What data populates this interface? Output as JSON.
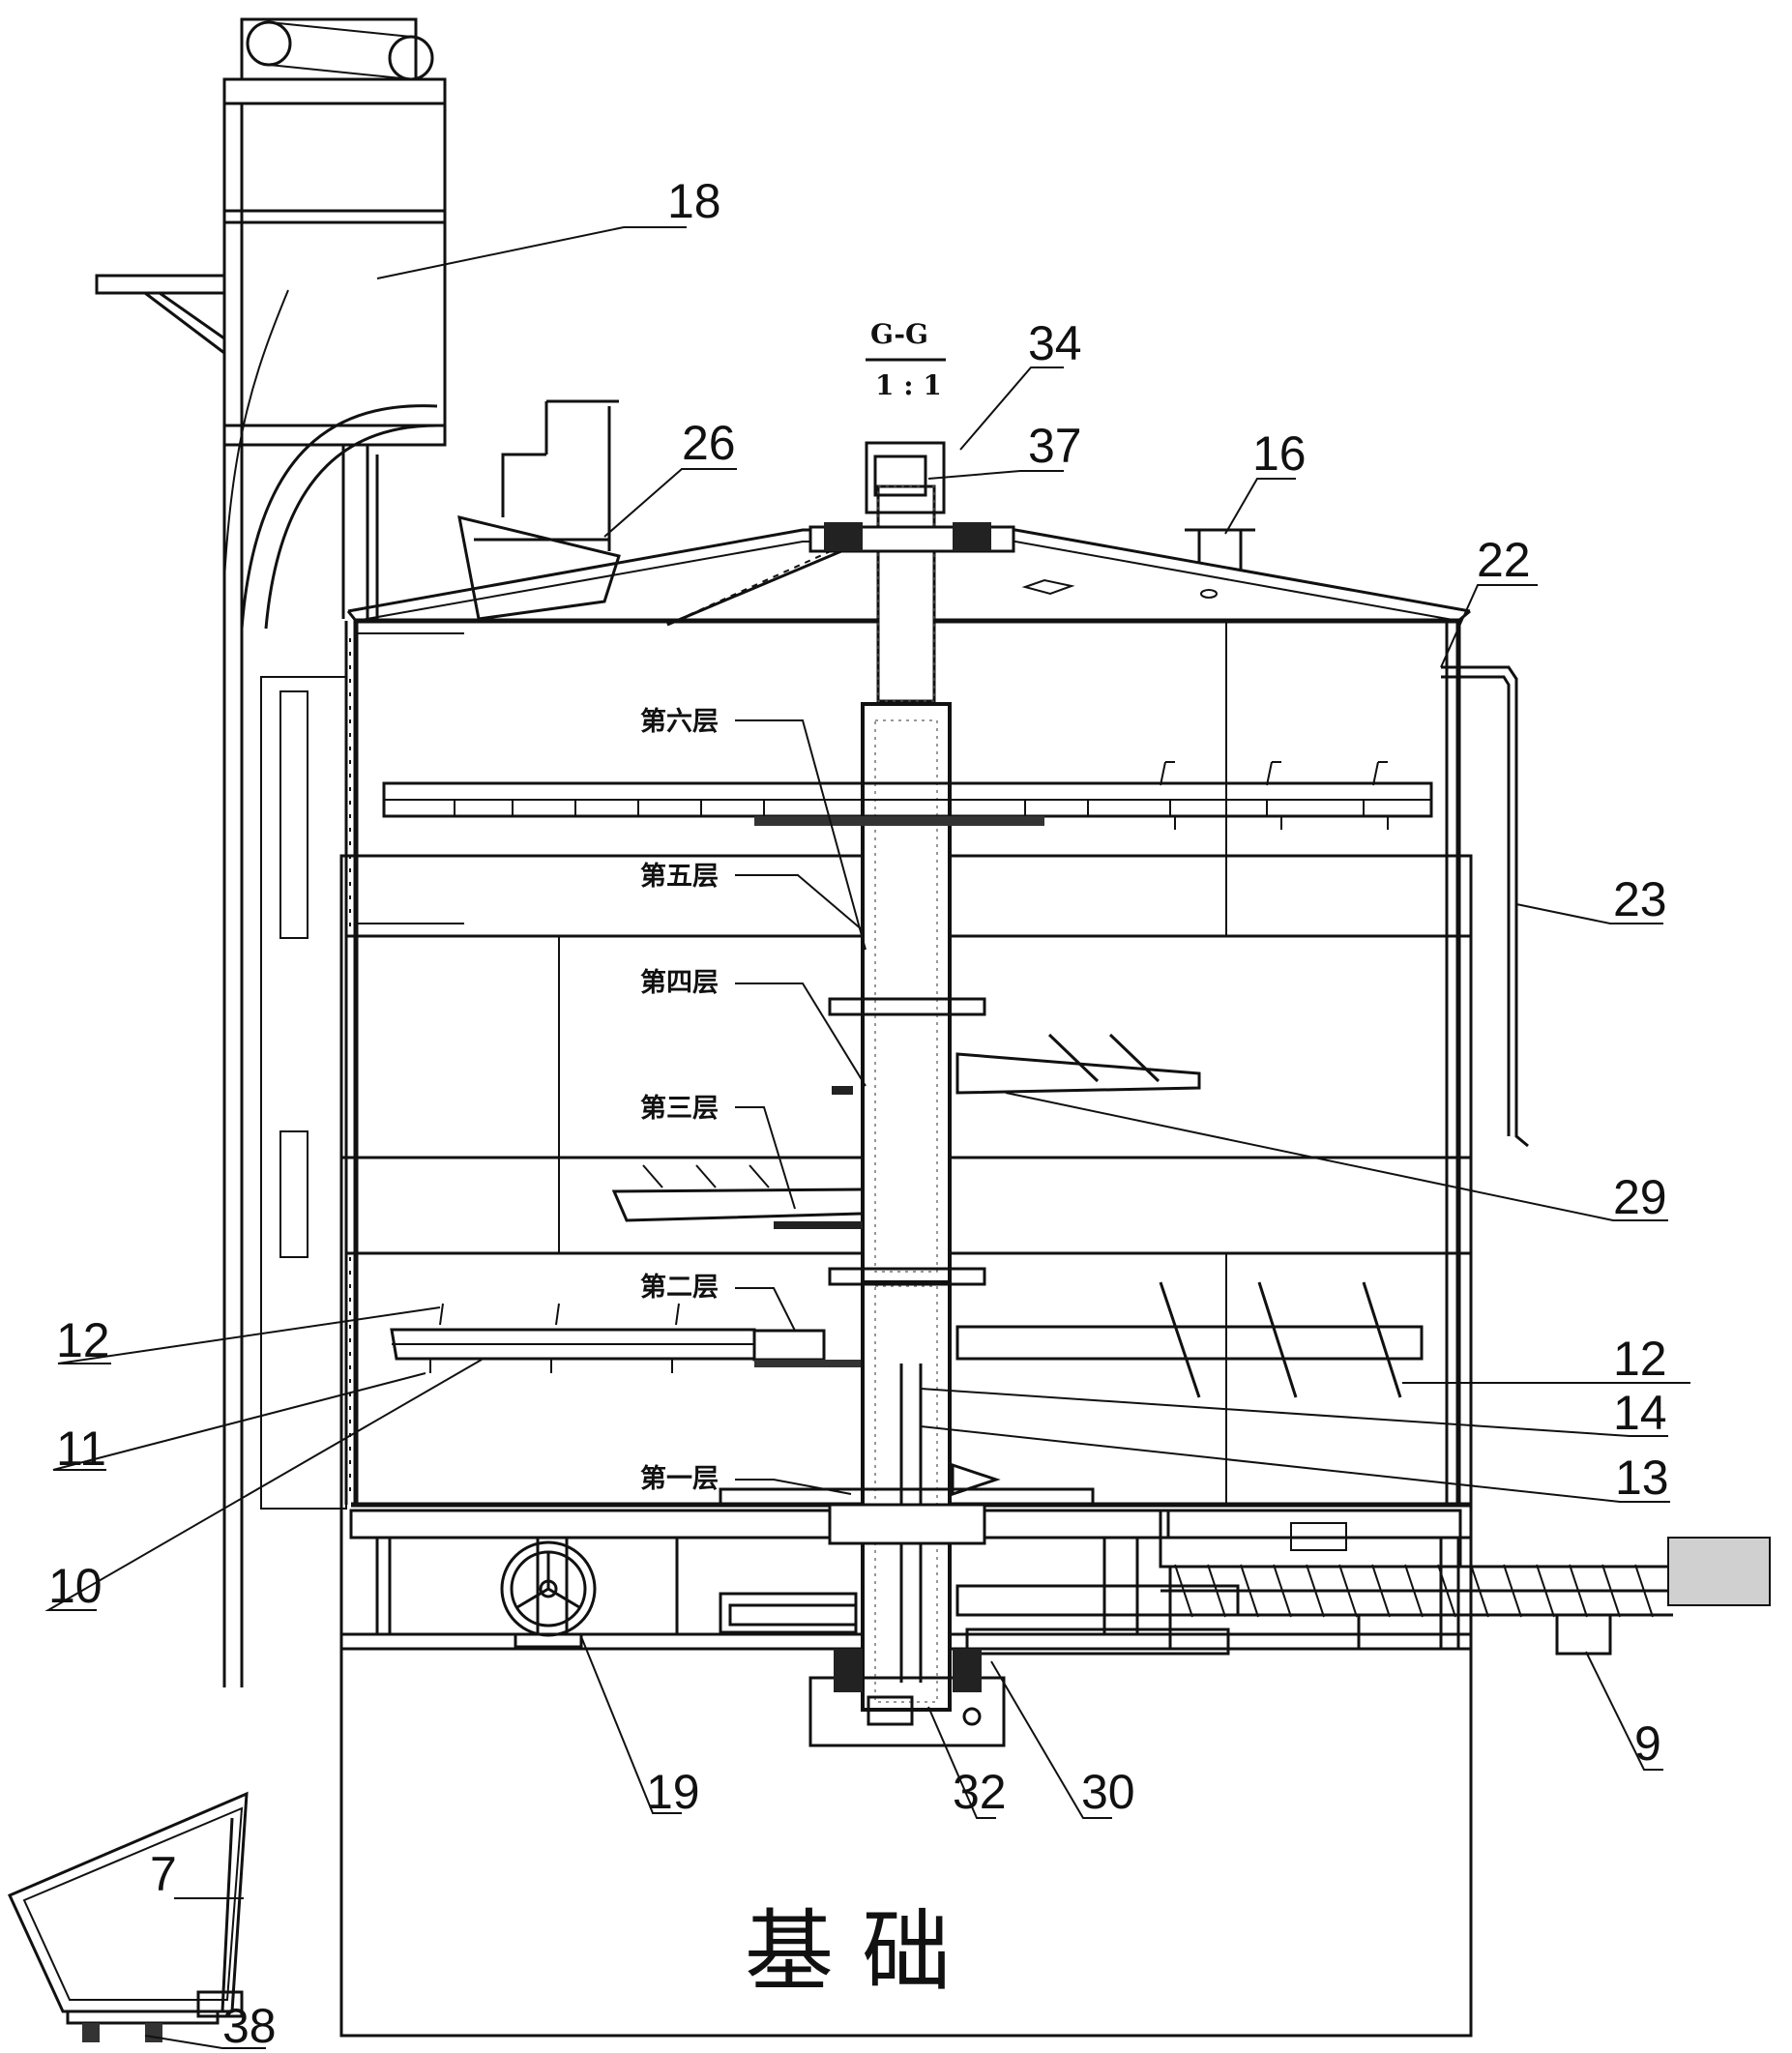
{
  "section": {
    "name": "G-G",
    "scale": "1 : 1"
  },
  "foundation_label": "基 础",
  "layer_labels": {
    "l6": "第六层",
    "l5": "第五层",
    "l4": "第四层",
    "l3": "第三层",
    "l2": "第二层",
    "l1": "第一层"
  },
  "part_numbers": {
    "p18": "18",
    "p34": "34",
    "p37": "37",
    "p26": "26",
    "p16": "16",
    "p22": "22",
    "p23": "23",
    "p29": "29",
    "p12_left": "12",
    "p11": "11",
    "p10": "10",
    "p12_right": "12",
    "p14": "14",
    "p13": "13",
    "p7": "7",
    "p9": "9",
    "p19": "19",
    "p32": "32",
    "p30": "30",
    "p38": "38"
  }
}
